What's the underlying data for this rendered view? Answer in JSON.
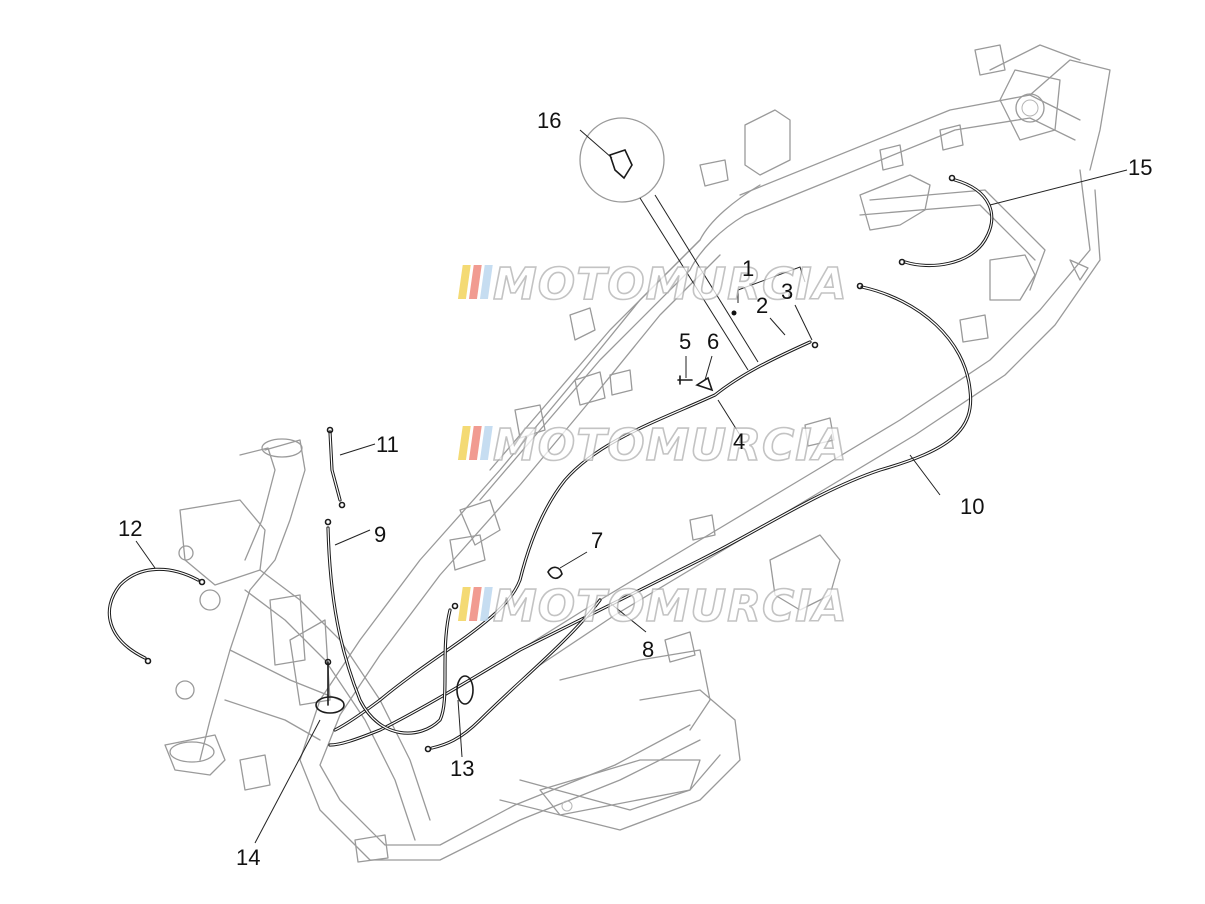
{
  "callouts": [
    "1",
    "2",
    "3",
    "4",
    "5",
    "6",
    "7",
    "8",
    "9",
    "10",
    "11",
    "12",
    "13",
    "14",
    "15",
    "16"
  ],
  "watermark": {
    "text": "MOTOMURCIA",
    "stripe_colors": [
      "#f2d35c",
      "#ef8a7e",
      "#bcd7ee"
    ]
  }
}
